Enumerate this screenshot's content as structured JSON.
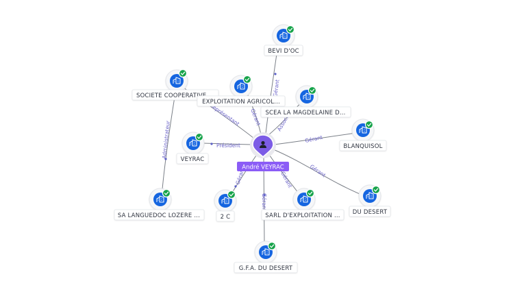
{
  "center": {
    "name": "André VEYRAC",
    "icon": "person-icon",
    "color": "#8b5cf6"
  },
  "companies": [
    {
      "id": "bevi",
      "name": "BEVI D'OC",
      "relation": "Gérant"
    },
    {
      "id": "societe",
      "name": "SOCIETE COOPERATIVE ...",
      "relation": "Représentant"
    },
    {
      "id": "exploitation",
      "name": "EXPLOITATION AGRICOL...",
      "relation": "Gérant"
    },
    {
      "id": "scea",
      "name": "SCEA LA MAGDELAINE D...",
      "relation": "Associé"
    },
    {
      "id": "blanquisol",
      "name": "BLANQUISOL",
      "relation": "Gérant"
    },
    {
      "id": "veyrac",
      "name": "VEYRAC",
      "relation": "Président"
    },
    {
      "id": "dudesert",
      "name": "DU DESERT",
      "relation": "Gérant"
    },
    {
      "id": "sa",
      "name": "SA LANGUEDOC LOZERE ...",
      "relation": ""
    },
    {
      "id": "twoc",
      "name": "2 C",
      "relation": "Gérant"
    },
    {
      "id": "sarl",
      "name": "SARL D'EXPLOITATION ...",
      "relation": "Gérant"
    },
    {
      "id": "gfa",
      "name": "G.F.A. DU DESERT",
      "relation": "Gérant"
    }
  ],
  "secondary_relations": [
    {
      "from": "societe",
      "to": "sa",
      "relation": "Administrateur"
    }
  ],
  "colors": {
    "node": "#1565e0",
    "verified": "#16a34a",
    "relation_text": "#6b63c9",
    "edge": "#7a7f87"
  },
  "icons": {
    "company": "building-icon",
    "verified": "check-badge-icon"
  }
}
